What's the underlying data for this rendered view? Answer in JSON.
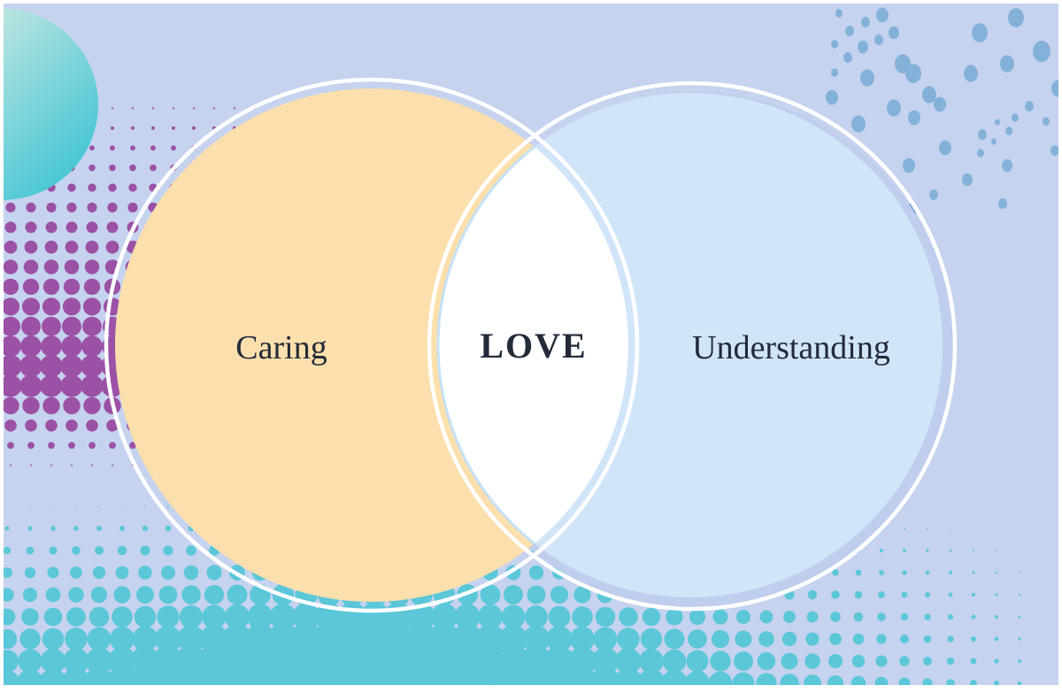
{
  "venn": {
    "left_circle": {
      "label": "Caring",
      "fill": "#fbdfac"
    },
    "right_circle": {
      "label": "Understanding",
      "fill": "#d0e5f8"
    },
    "intersection": {
      "label": "LOVE",
      "fill": "#ffffff"
    }
  },
  "colors": {
    "background": "#c6d3ee",
    "frame": "#ffffff",
    "text": "#232a39",
    "ring": "#ffffff",
    "purple_dots": "#9b51a5",
    "teal_dots": "#5bc7d9",
    "scatter_dots": "#84b1da",
    "shadow_blue": "#bfceec",
    "lens_edge": "#c6e1f7",
    "teal_circle_start": "#e9f1e6",
    "teal_circle_end": "#2fc0d2"
  }
}
